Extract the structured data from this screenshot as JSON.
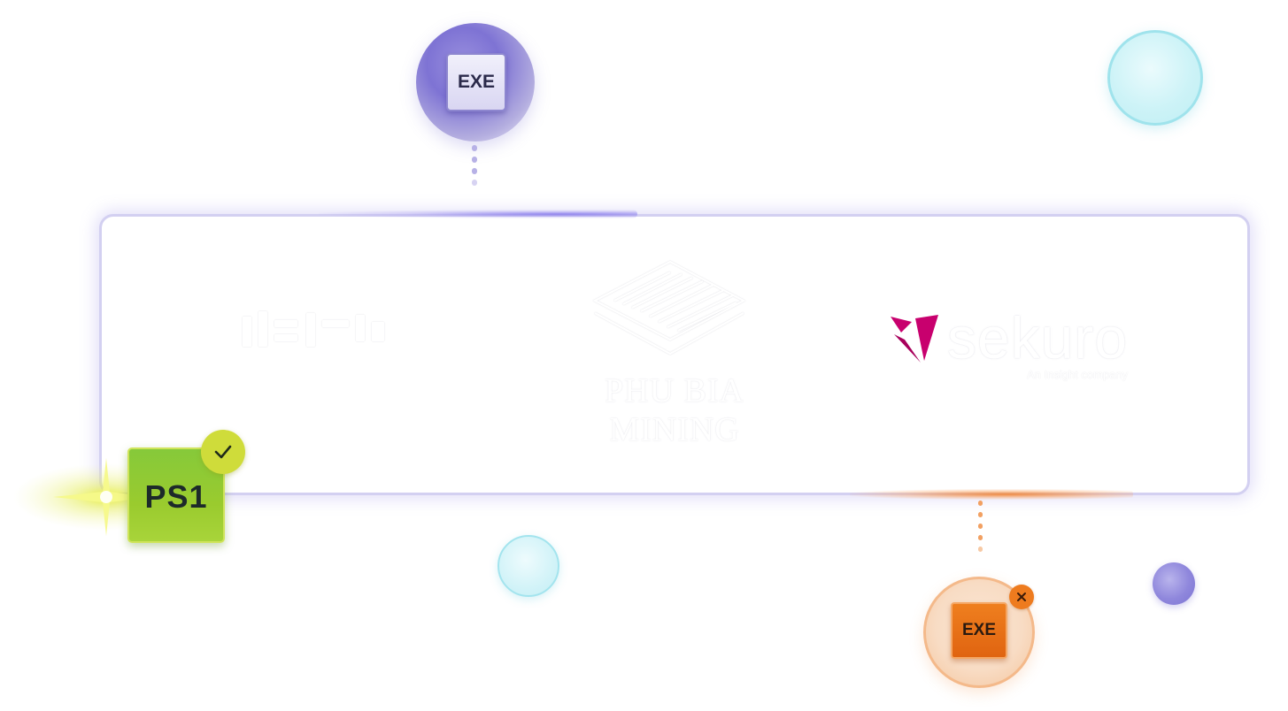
{
  "files": {
    "top": {
      "label": "EXE",
      "icon": "exe-file-icon"
    },
    "bottom": {
      "label": "EXE",
      "icon": "exe-file-icon",
      "status": "blocked",
      "status_icon": "close-icon"
    },
    "left": {
      "label": "PS1",
      "icon": "powershell-file-icon",
      "status": "allowed",
      "status_icon": "check-icon"
    }
  },
  "logos": {
    "left": {
      "icon": "partner-logo"
    },
    "center": {
      "text": "PHU BIA MINING",
      "icon": "phu-bia-mining-logo"
    },
    "right": {
      "text": "sekuro",
      "tagline": "An Insight company",
      "icon": "sekuro-logo"
    }
  },
  "colors": {
    "purple": "#7e73d4",
    "orange": "#ee7b1e",
    "green": "#9acb2e",
    "cyan": "#9fe3ec",
    "sekuro_magenta": "#c8006e"
  }
}
